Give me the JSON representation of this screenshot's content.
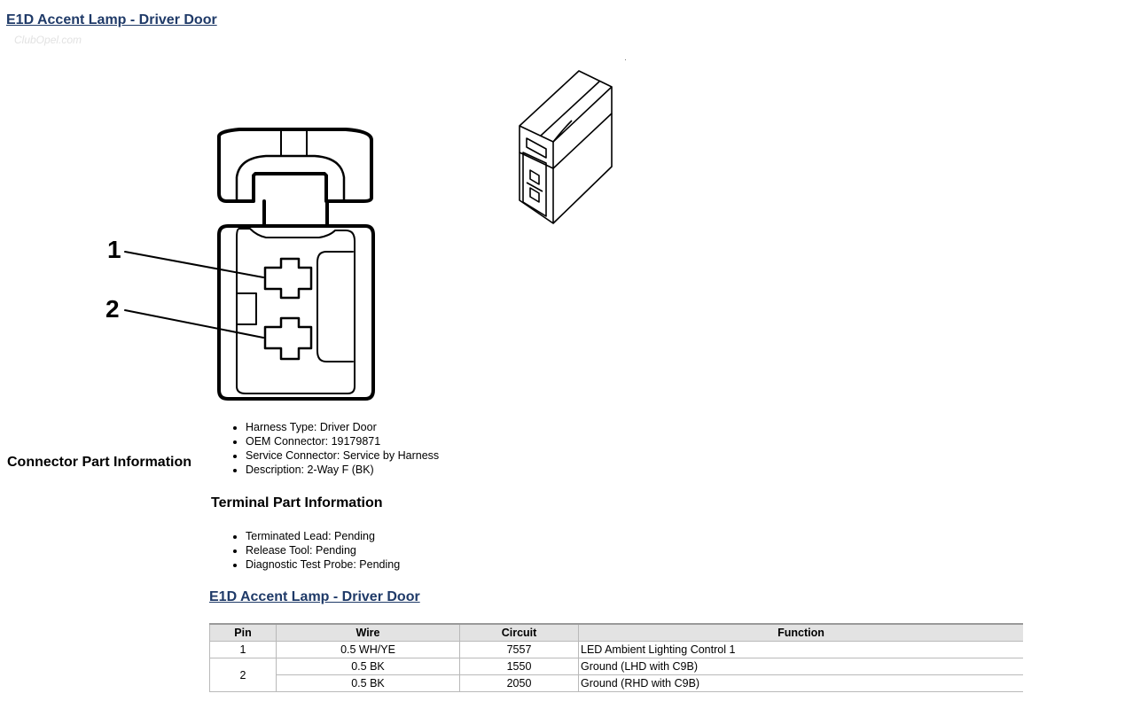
{
  "page_title": "E1D Accent Lamp - Driver Door",
  "watermark": "ClubOpel.com",
  "diagram": {
    "callout_1": "1",
    "callout_2": "2"
  },
  "connector_section": {
    "label": "Connector Part Information",
    "items": [
      "Harness Type: Driver Door",
      "OEM Connector: 19179871",
      "Service Connector: Service by Harness",
      "Description: 2-Way F (BK)"
    ]
  },
  "terminal_section": {
    "label": "Terminal Part Information",
    "items": [
      "Terminated Lead: Pending",
      "Release Tool: Pending",
      "Diagnostic Test Probe: Pending"
    ]
  },
  "table": {
    "title": "E1D Accent Lamp - Driver Door",
    "headers": [
      "Pin",
      "Wire",
      "Circuit",
      "Function"
    ],
    "rows": [
      {
        "pin": "1",
        "wire": "0.5 WH/YE",
        "circuit": "7557",
        "function": "LED Ambient Lighting Control 1"
      },
      {
        "pin": "2",
        "wire": "0.5 BK",
        "circuit": "1550",
        "function": "Ground (LHD with C9B)"
      },
      {
        "pin": "",
        "wire": "0.5 BK",
        "circuit": "2050",
        "function": "Ground (RHD with C9B)"
      }
    ]
  }
}
